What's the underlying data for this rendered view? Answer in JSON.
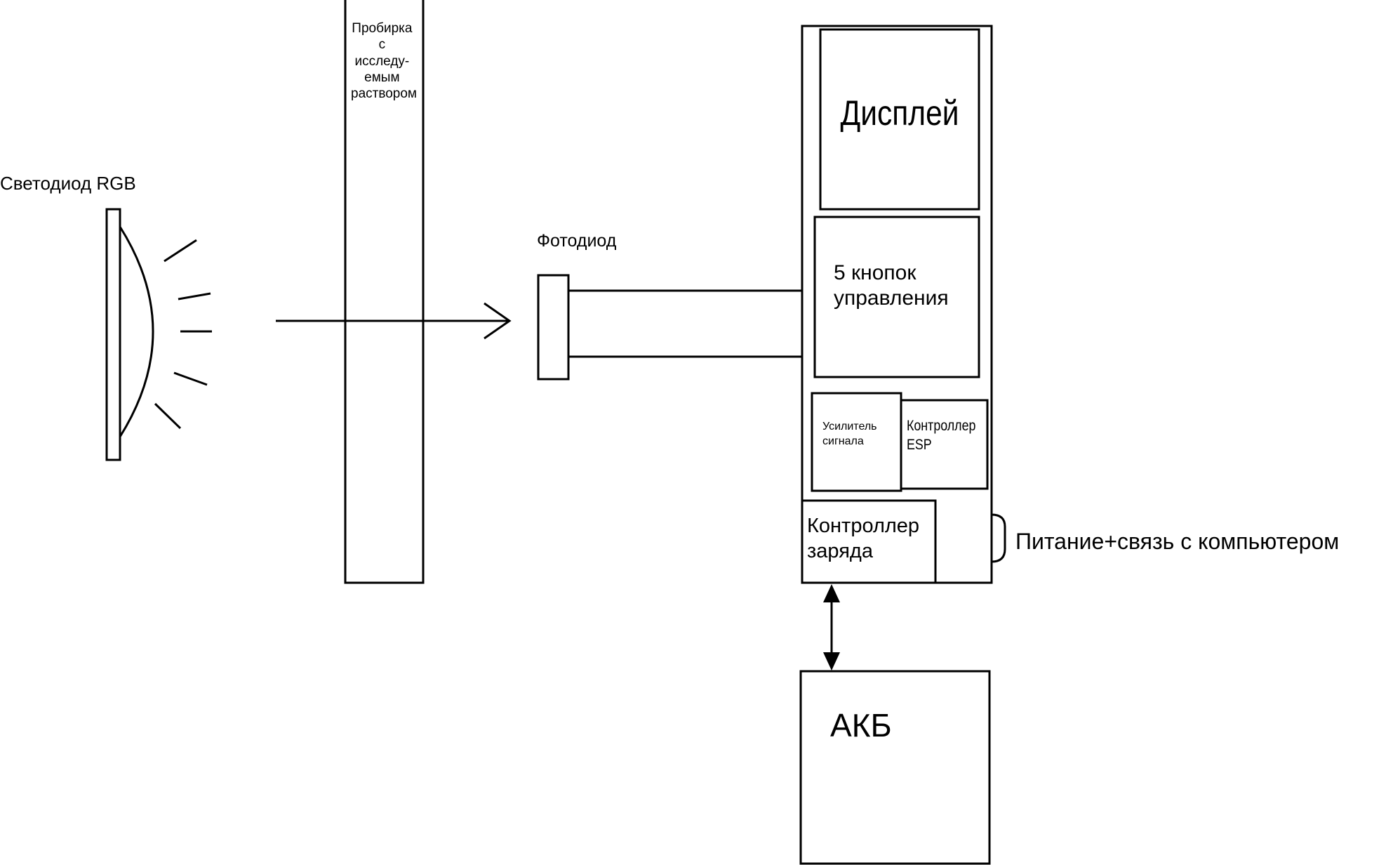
{
  "diagram": {
    "led": {
      "label": "Светодиод RGB"
    },
    "tube": {
      "label_lines": [
        "Пробирка",
        "с",
        "исследу-",
        "емым",
        "раствором"
      ]
    },
    "photodiode": {
      "label": "Фотодиод"
    },
    "device": {
      "display": {
        "label": "Дисплей"
      },
      "buttons": {
        "label_lines": [
          "5 кнопок",
          "управления"
        ]
      },
      "amplifier": {
        "label_lines": [
          "Усилитель",
          "сигнала"
        ]
      },
      "esp": {
        "label_lines": [
          "Контроллер",
          "ESP"
        ]
      },
      "charge_controller": {
        "label_lines": [
          "Контроллер",
          "заряда"
        ]
      }
    },
    "port": {
      "label": "Питание+связь с компьютером"
    },
    "battery": {
      "label": "АКБ"
    }
  }
}
